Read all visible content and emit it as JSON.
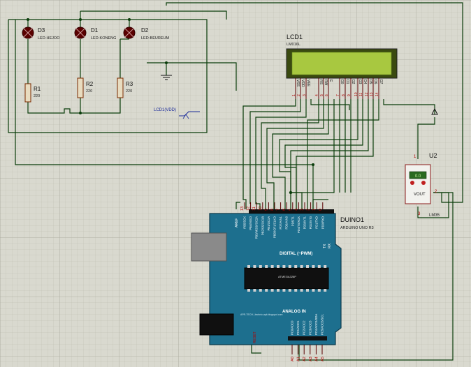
{
  "leds": [
    {
      "ref": "D3",
      "value": "LED-HEJOO"
    },
    {
      "ref": "D1",
      "value": "LED-KONENG"
    },
    {
      "ref": "D2",
      "value": "LED-BEUREUM"
    }
  ],
  "resistors": [
    {
      "ref": "R1",
      "value": "220"
    },
    {
      "ref": "R2",
      "value": "220"
    },
    {
      "ref": "R3",
      "value": "220"
    }
  ],
  "lcd": {
    "ref": "LCD1",
    "model": "LM016L",
    "pins": [
      "VSS",
      "VDD",
      "VEE",
      "RS",
      "RW",
      "E",
      "D0",
      "D1",
      "D2",
      "D3",
      "D4",
      "D5",
      "D6",
      "D7"
    ],
    "pin_numbers": [
      "1",
      "2",
      "3",
      "4",
      "5",
      "6",
      "7",
      "8",
      "9",
      "10",
      "11",
      "12",
      "13",
      "14"
    ],
    "supply_label": "LCD1(VDD)"
  },
  "sensor": {
    "ref": "U2",
    "model": "LM35",
    "display": "0.0",
    "out_label": "VOUT",
    "pin1": "1",
    "pin2": "2",
    "pin3": "3"
  },
  "arduino": {
    "ref": "DUINO1",
    "model": "ARDUINO UNO R3",
    "top_pin_numbers": [
      "13",
      "12",
      "11",
      "10",
      "9",
      "8",
      "7",
      "6",
      "5",
      "4",
      "3",
      "2",
      "1",
      "0"
    ],
    "top_pin_names": [
      "PB5/SCK",
      "PB4/MISO",
      "PB3/MOSI/OC2A",
      "PB2/SS/OC1B",
      "PB1/OC1A",
      "PB0/ICP1/CLKO",
      "PD7/AIN1",
      "PD6/AIN0",
      "PD5/T1",
      "PD4/T0/XCK",
      "PD3/INT1",
      "PD2/INT0",
      "PD1/TXD",
      "PD0/RXD"
    ],
    "aref": "AREF",
    "digital_label": "DIGITAL (~PWM)",
    "tx": "TX",
    "rx": "RX",
    "chip_label": "ATMEGA328P",
    "brand": "ARDUINO",
    "website": "APR-TECH | technic-apk.blogspot.com",
    "analog_label": "ANALOG IN",
    "reset": "RESET",
    "analog_pin_names": [
      "PC0/ADC0",
      "PC1/ADC1",
      "PC2/ADC2",
      "PC3/ADC3",
      "PC4/ADC4/SDA",
      "PC5/ADC5/SCL"
    ],
    "analog_pin_numbers": [
      "A0",
      "A1",
      "A2",
      "A3",
      "A4",
      "A5"
    ]
  }
}
